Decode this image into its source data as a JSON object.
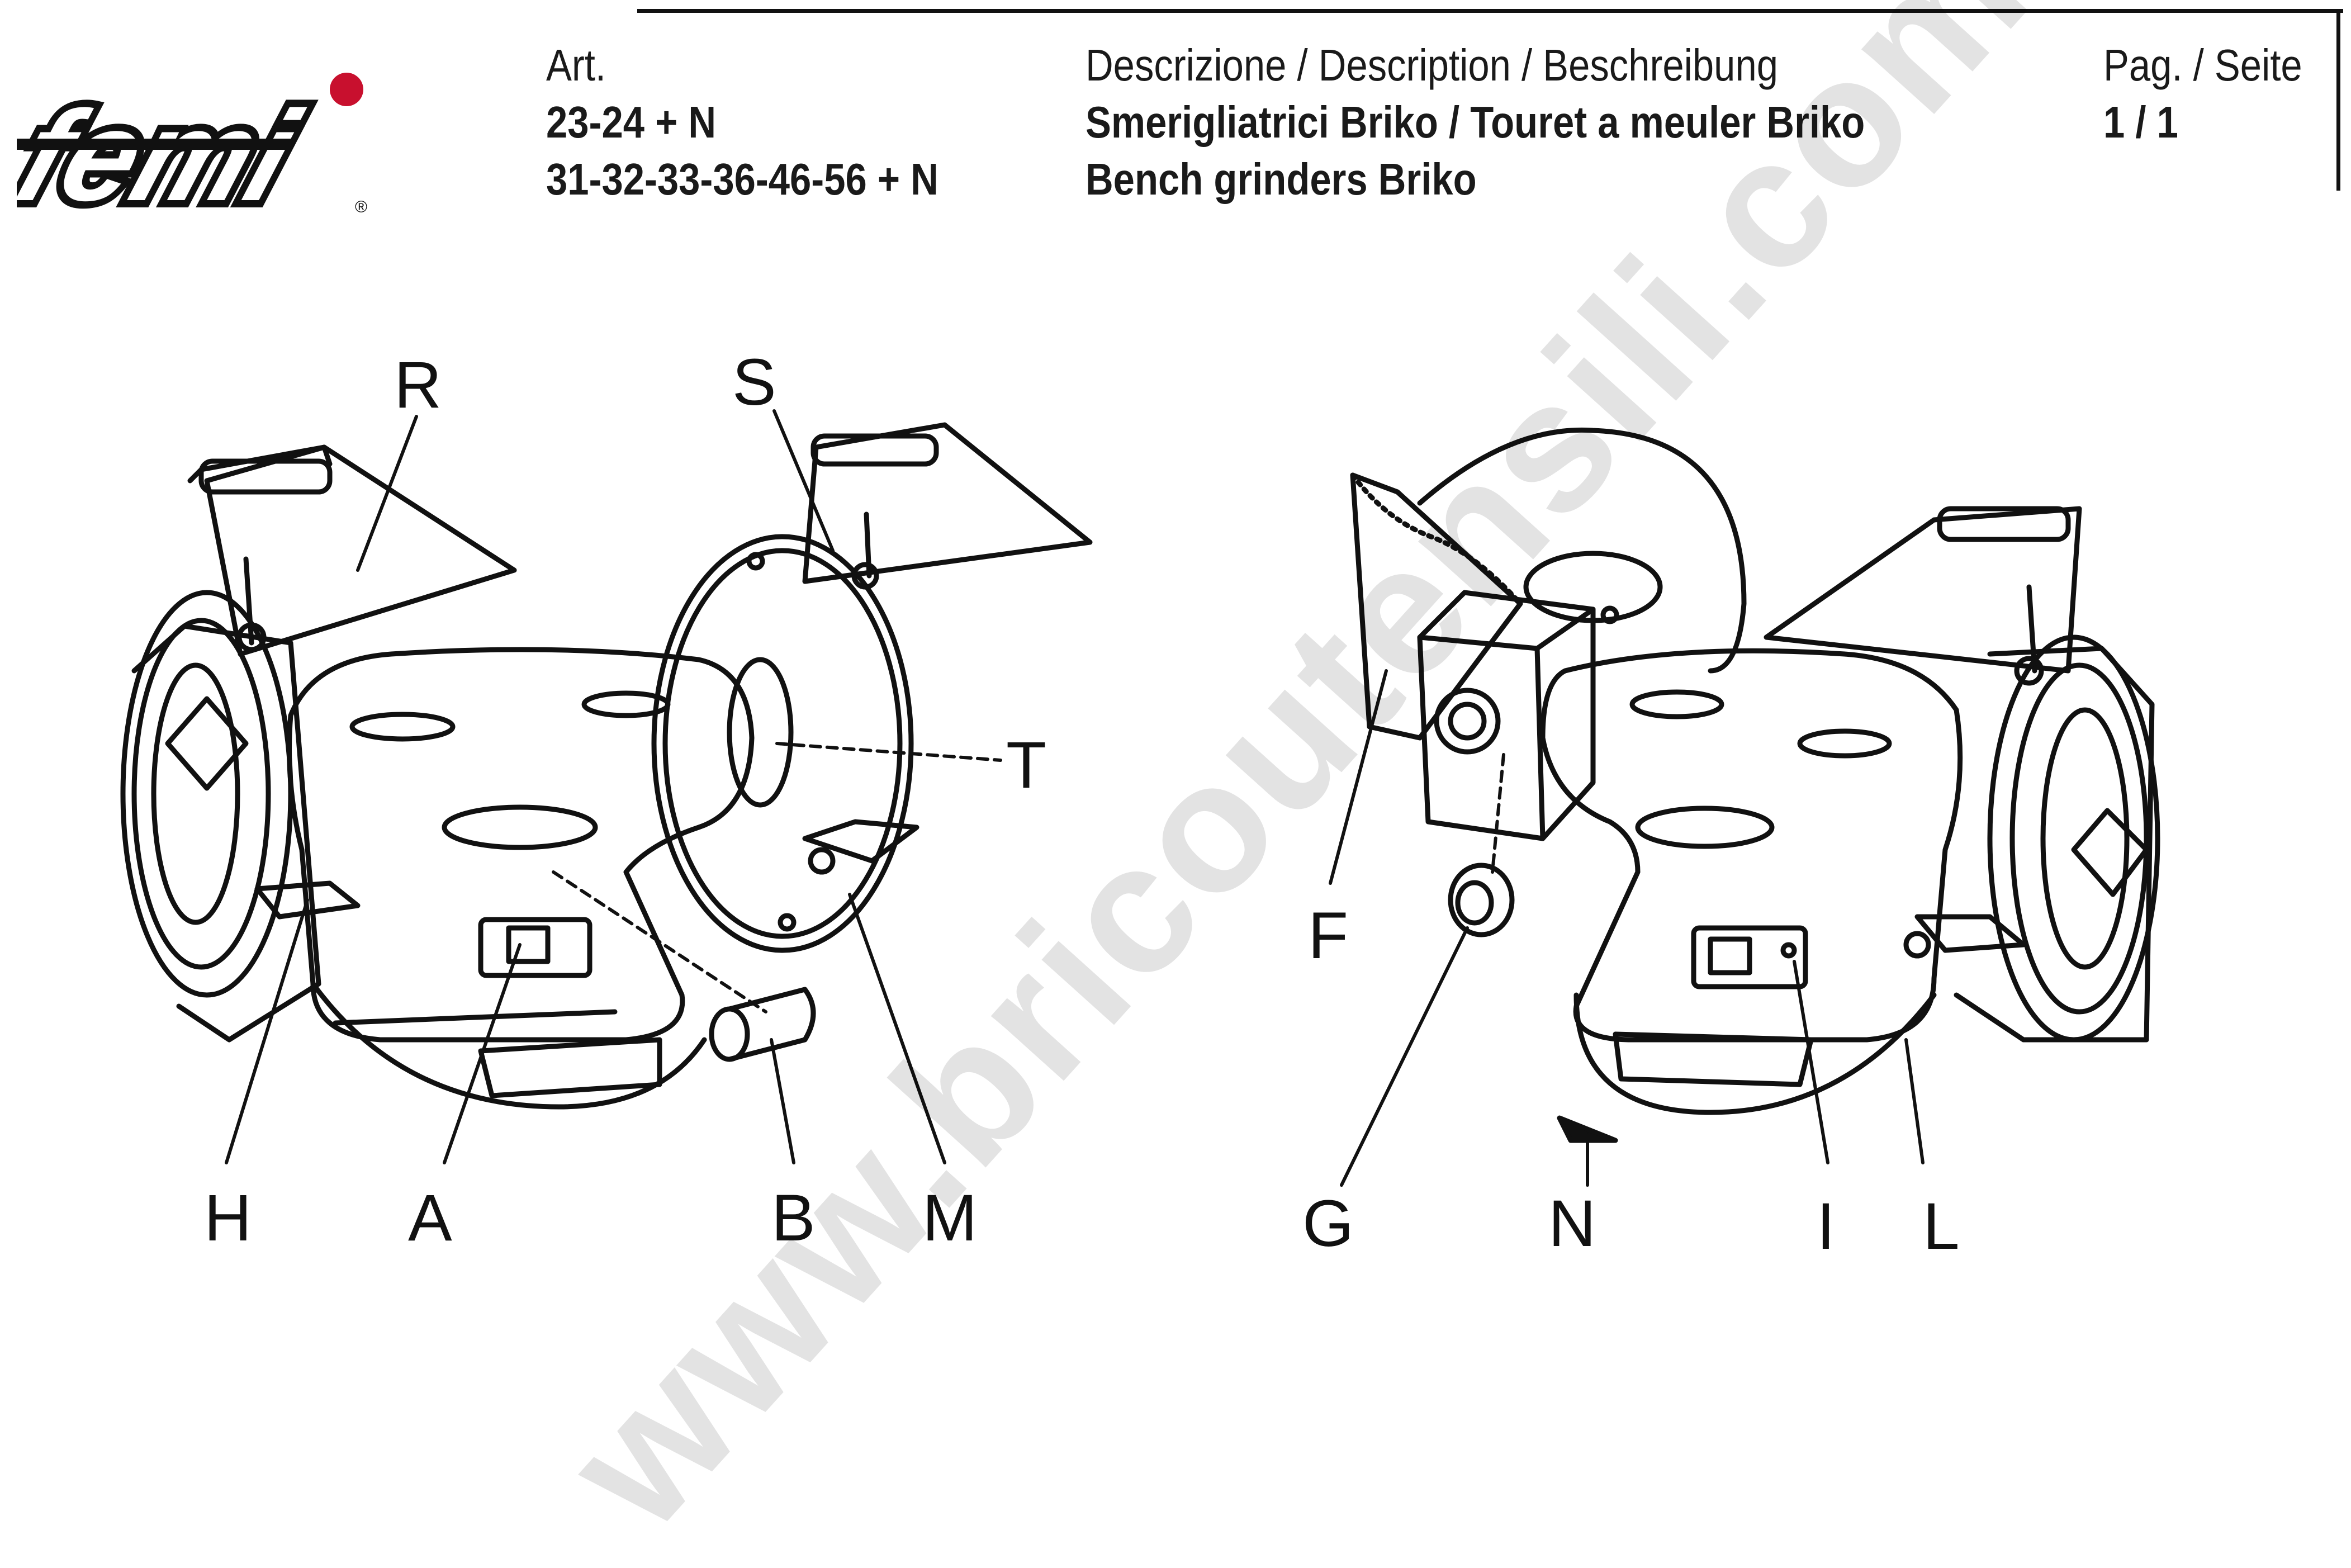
{
  "brand": {
    "logo_text": "femi"
  },
  "header": {
    "art_label": "Art.",
    "art_numbers": [
      "23-24 + N",
      "31-32-33-36-46-56 + N"
    ],
    "description_label": "Descrizione / Description / Beschreibung",
    "description_lines": [
      "Smerigliatrici Briko / Touret a meuler Briko",
      "Bench grinders Briko"
    ],
    "page_label": "Pag. / Seite",
    "page_value": "1 / 1"
  },
  "watermark": "www.bricoutensili.com",
  "callouts": {
    "R": "R",
    "S": "S",
    "T": "T",
    "H": "H",
    "A": "A",
    "B": "B",
    "M": "M",
    "F": "F",
    "G": "G",
    "N": "N",
    "I": "I",
    "L": "L"
  },
  "colors": {
    "ink": "#111111",
    "accent_red": "#c8102e",
    "watermark": "#000000"
  }
}
